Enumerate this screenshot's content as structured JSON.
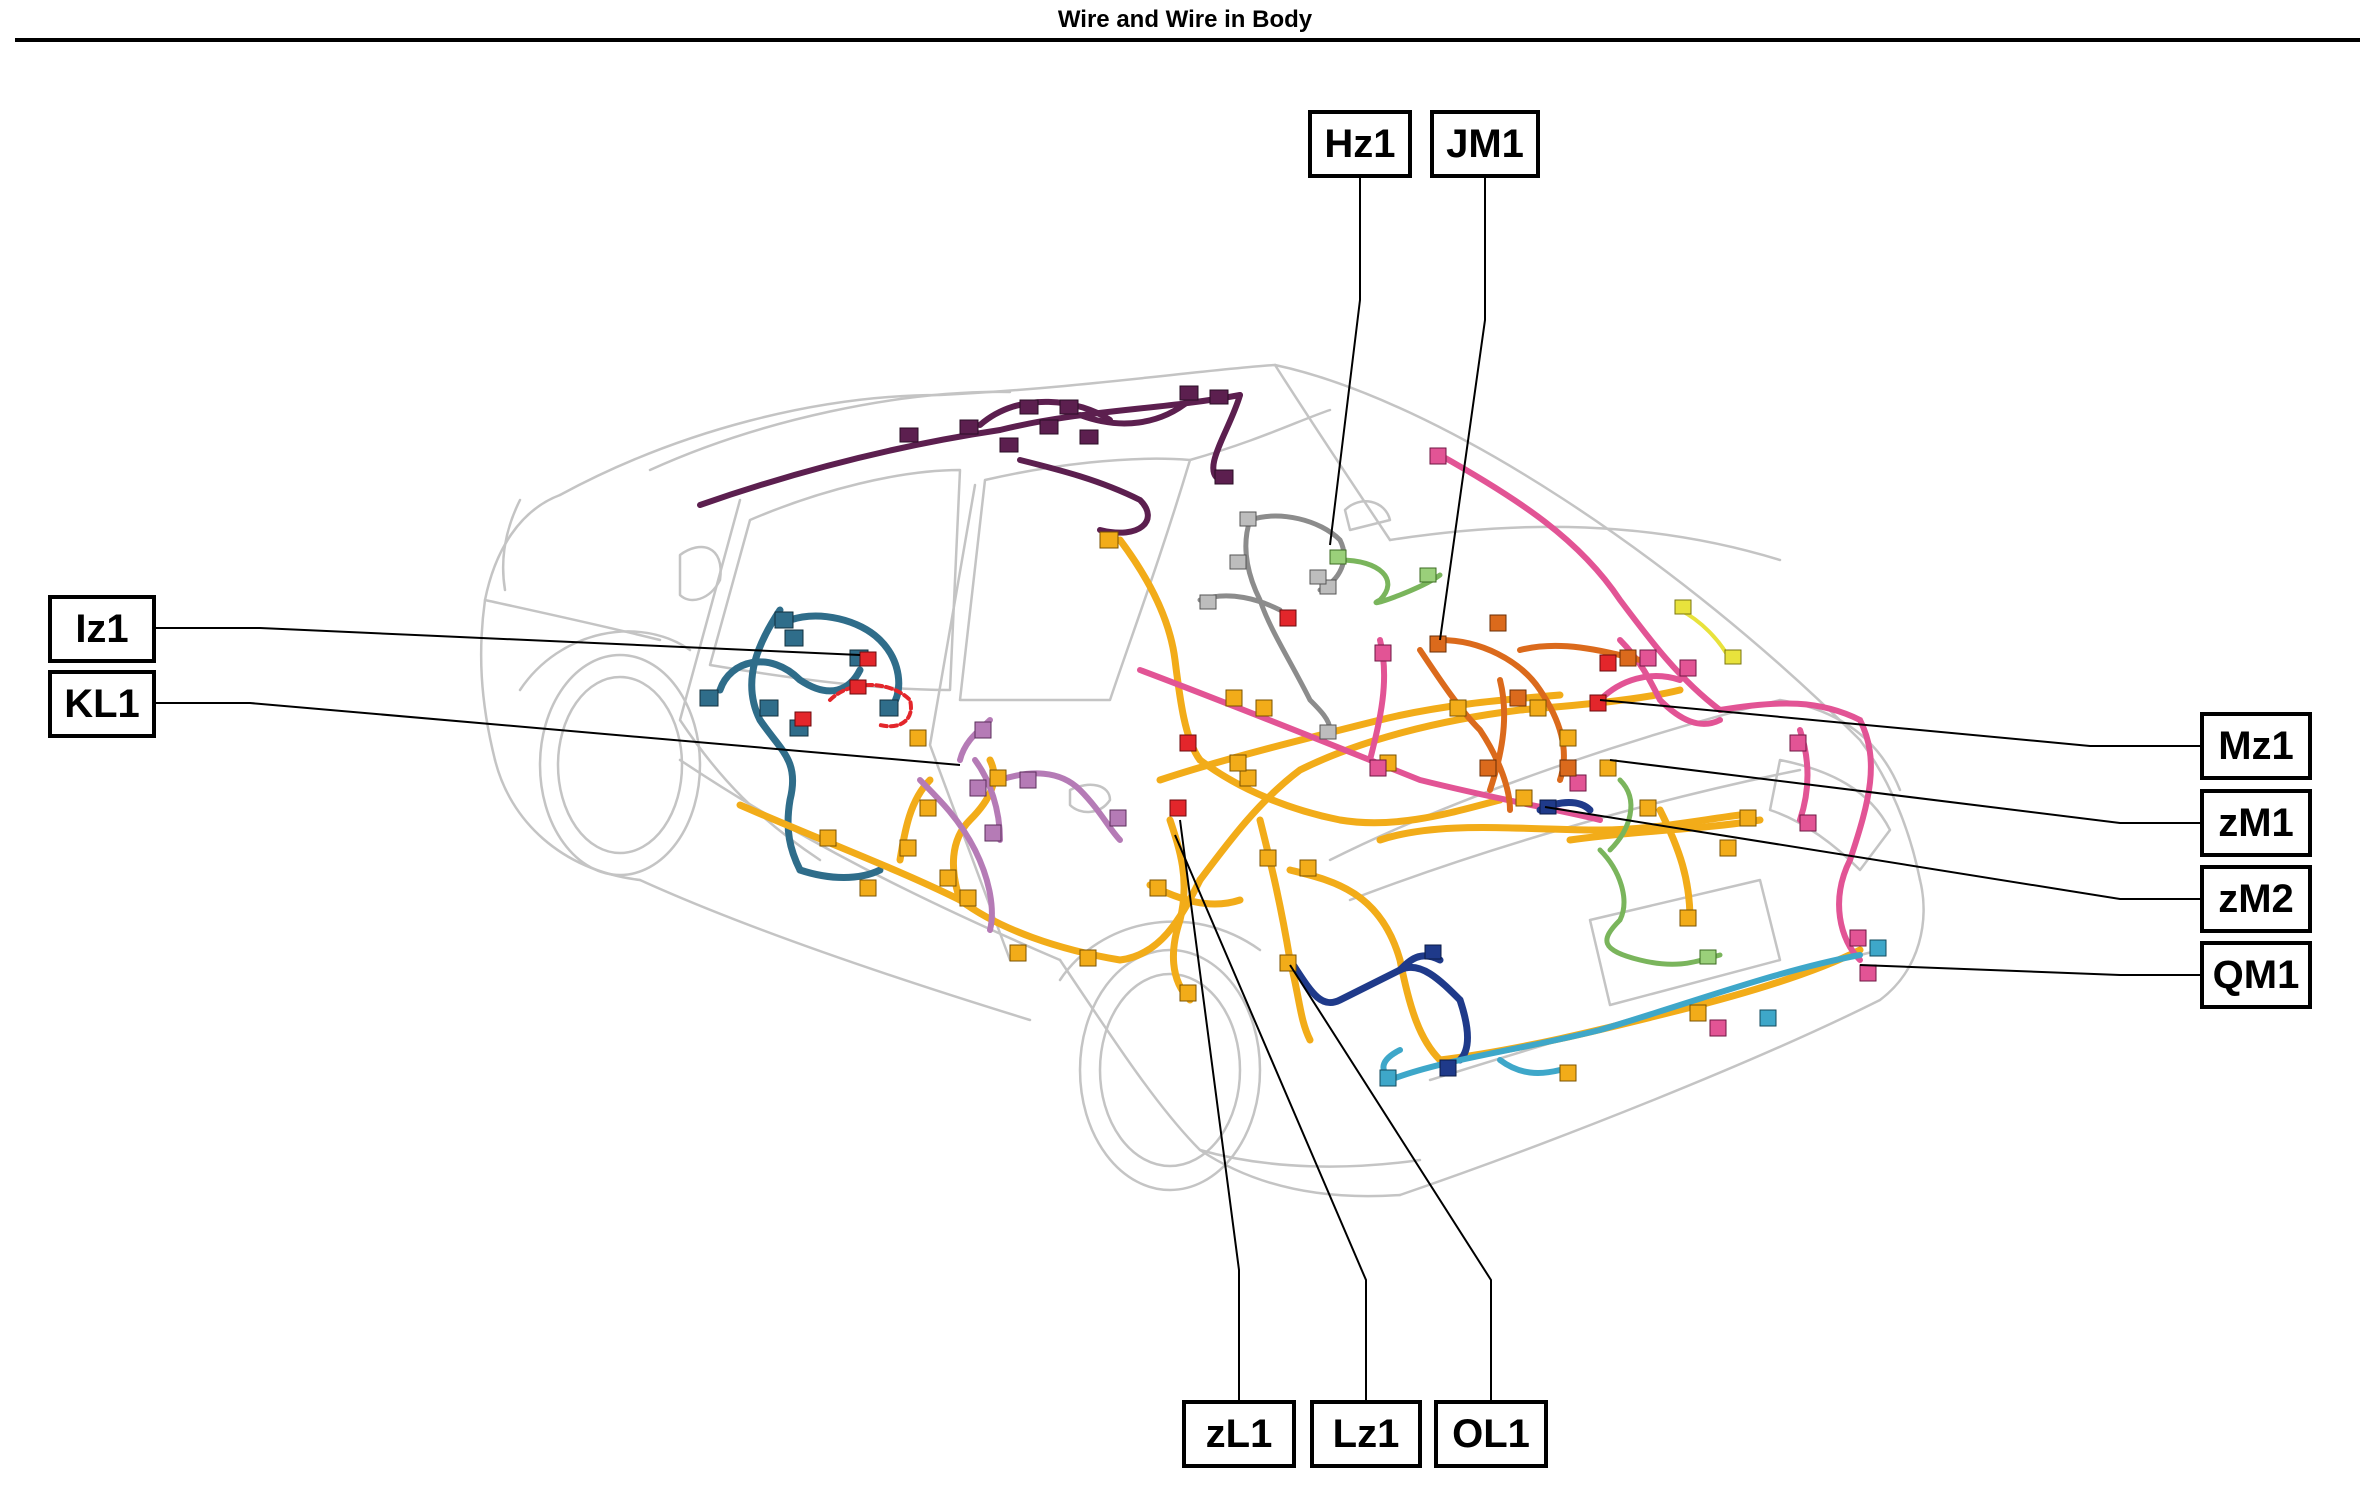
{
  "page": {
    "title": "Wire and Wire in Body"
  },
  "colors": {
    "yellow": "#f2ac19",
    "pink": "#e25495",
    "orange": "#db6a1c",
    "teal": "#2f6d8a",
    "purple": "#5c1f4f",
    "lavender": "#b57bb6",
    "navy": "#1f3a8a",
    "green": "#7ab55c",
    "gray": "#8c8c8c",
    "cyan": "#3ea7c9",
    "red": "#e3262b",
    "lime": "#e8e23c",
    "outline": "#c4c4c4"
  },
  "callouts": {
    "hz1": "Hz1",
    "jm1": "JM1",
    "iz1": "Iz1",
    "kl1": "KL1",
    "mz1": "Mz1",
    "zm1": "zM1",
    "zm2": "zM2",
    "qm1": "QM1",
    "zl1": "zL1",
    "lz1": "Lz1",
    "ol1": "OL1"
  }
}
